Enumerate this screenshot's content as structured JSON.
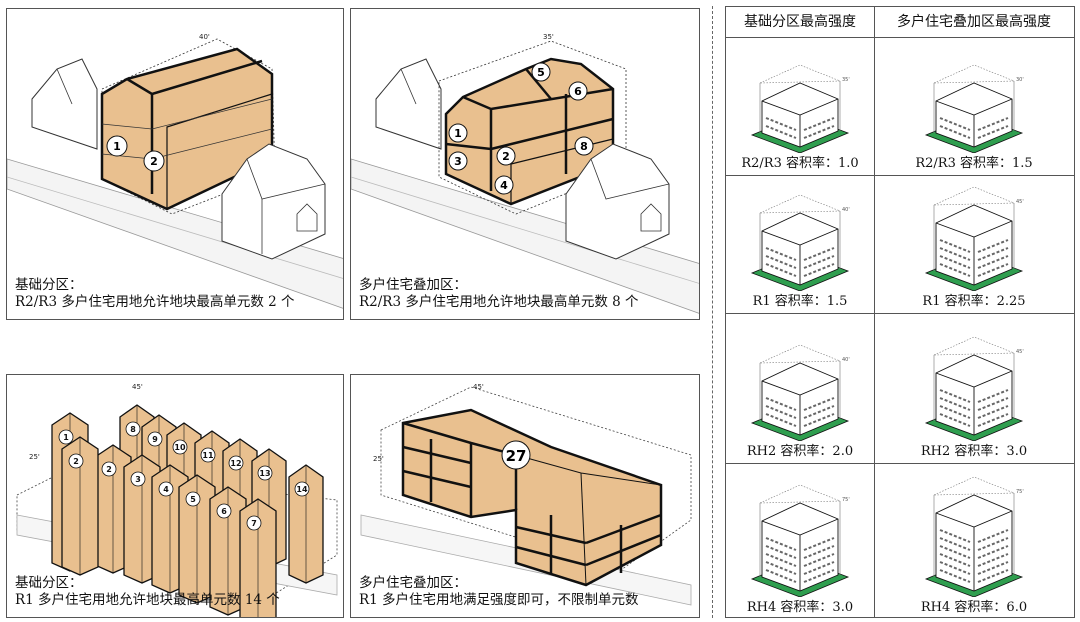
{
  "panels": [
    {
      "caption_line1": "基础分区：",
      "caption_line2": "R2/R3 多户住宅用地允许地块最高单元数 2 个",
      "dimension": "40'",
      "units": [
        "1",
        "2"
      ]
    },
    {
      "caption_line1": "多户住宅叠加区：",
      "caption_line2": "R2/R3 多户住宅用地允许地块最高单元数 8 个",
      "dimension": "35'",
      "units": [
        "1",
        "2",
        "3",
        "4",
        "5",
        "6",
        "8"
      ]
    },
    {
      "caption_line1": "基础分区：",
      "caption_line2": "R1 多户住宅用地允许地块最高单元数 14 个",
      "dimension": "45'",
      "side_dimension": "25'",
      "units": [
        "1",
        "2",
        "3",
        "4",
        "5",
        "6",
        "7",
        "8",
        "9",
        "10",
        "11",
        "12",
        "13",
        "14"
      ]
    },
    {
      "caption_line1": "多户住宅叠加区：",
      "caption_line2": "R1 多户住宅用地满足强度即可，不限制单元数",
      "dimension": "45'",
      "side_dimension": "25'",
      "units": [
        "27"
      ]
    }
  ],
  "table": {
    "headers": [
      "基础分区最高强度",
      "多户住宅叠加区最高强度"
    ],
    "rows": [
      {
        "base": "R2/R3 容积率：1.0",
        "overlay": "R2/R3 容积率：1.5",
        "base_height": "35'",
        "overlay_height": "30'"
      },
      {
        "base": "R1 容积率：1.5",
        "overlay": "R1 容积率：2.25",
        "base_height": "40'",
        "overlay_height": "45'"
      },
      {
        "base": "RH2 容积率：2.0",
        "overlay": "RH2 容积率：3.0",
        "base_height": "40'",
        "overlay_height": "45'"
      },
      {
        "base": "RH4 容积率：3.0",
        "overlay": "RH4 容积率：6.0",
        "base_height": "75'",
        "overlay_height": "75'"
      }
    ]
  },
  "colors": {
    "building_fill": "#e9c08f",
    "outline": "#111111",
    "ground": "#2f9e4f"
  }
}
